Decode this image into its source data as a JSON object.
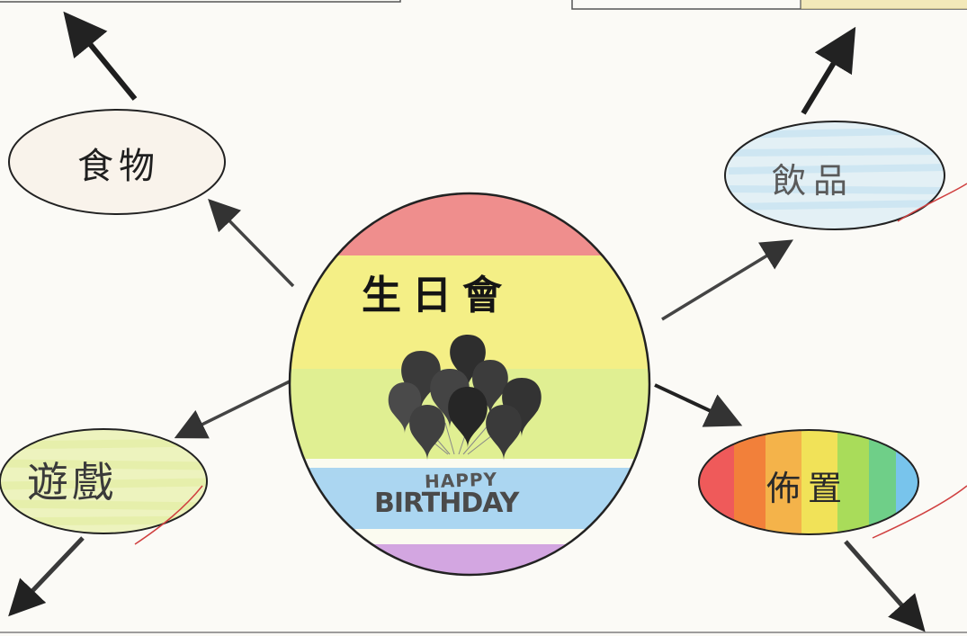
{
  "center": {
    "title": "生日會",
    "sticker_line1": "HAPPY",
    "sticker_line2": "BIRTHDAY"
  },
  "branches": {
    "food": "食物",
    "drinks": "飲品",
    "games": "遊戲",
    "decorations": "佈置"
  },
  "colors": {
    "paper": "#fbfaf6",
    "crayon_red": "#e86a6a",
    "crayon_yellow": "#f2ec6a",
    "crayon_lime": "#d8ec7a",
    "crayon_blue": "#8ccbf0",
    "crayon_purple": "#c07ad6",
    "crayon_orange": "#f29a3a",
    "crayon_green": "#7fd07a",
    "balloon": "#3a3a3a",
    "arrow": "#333333"
  },
  "icons": {
    "balloons": "balloon-cluster-icon"
  }
}
